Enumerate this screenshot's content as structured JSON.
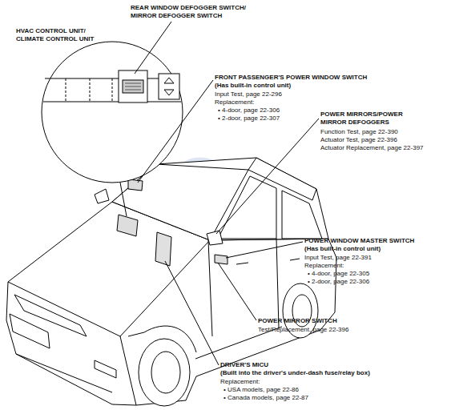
{
  "diagram": {
    "labels": [
      "HVAC CONTROL UNIT/ CLIMATE CONTROL UNIT",
      "REAR WINDOW DEFOGGER SWITCH/ MIRROR DEFOGGER SWITCH",
      "FRONT PASSENGER'S POWER WINDOW SWITCH",
      "(Has built-in control unit)",
      "Input Test, page 22-296",
      "Replacement:",
      "• 4-door, page 22-306",
      "• 2-door, page 22-307",
      "POWER MIRRORS/POWER MIRROR DEFOGGERS",
      "Function Test, page 22-390",
      "Actuator Test, page 22-396",
      "Actuator Replacement, page 22-397",
      "POWER WINDOW MASTER SWITCH",
      "(Has built-in control unit)",
      "Input Test, page 22-391",
      "Replacement:",
      "• 4-door, page 22-305",
      "• 2-door, page 22-306",
      "POWER MIRROR SWITCH",
      "Test/Replacement, page 22-396",
      "DRIVER'S MICU",
      "(Built into the driver's under-dash fuse/relay box)",
      "Replacement:",
      "• USA models, page 22-86",
      "• Canada models, page 22-87"
    ]
  }
}
